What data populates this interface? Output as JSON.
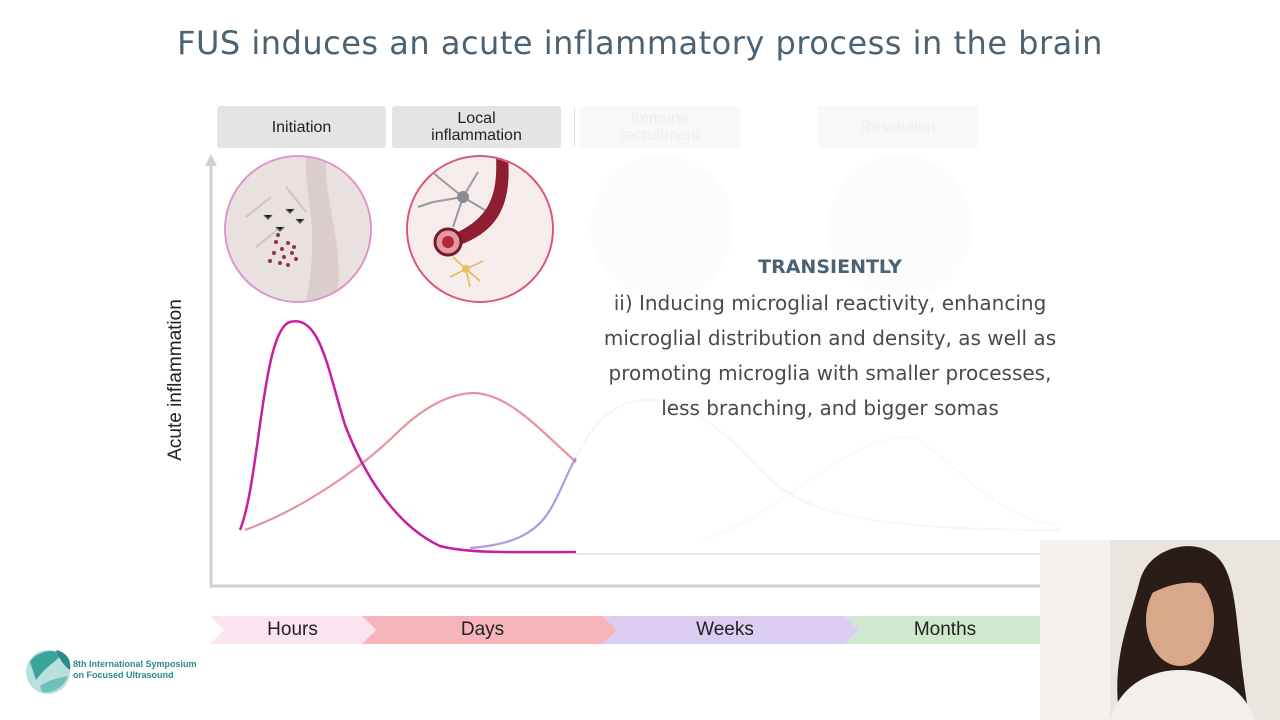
{
  "slide": {
    "title": "FUS induces an acute inflammatory process in the brain"
  },
  "phases": [
    {
      "label": "Initiation",
      "state": "active"
    },
    {
      "label": "Local inflammation",
      "state": "active"
    },
    {
      "label": "Immune recruitment",
      "state": "faded"
    },
    {
      "label": "Resolution",
      "state": "faded"
    }
  ],
  "y_axis": {
    "label": "Acute inflammation"
  },
  "overlay": {
    "heading": "TRANSIENTLY",
    "lines": [
      "ii) Inducing microglial reactivity, enhancing",
      "microglial distribution and density, as well as",
      "promoting microglia with smaller processes,",
      "less branching, and bigger somas"
    ]
  },
  "timeline": [
    {
      "label": "Hours",
      "color": "#fbe3f1"
    },
    {
      "label": "Days",
      "color": "#f6b4bb"
    },
    {
      "label": "Weeks",
      "color": "#dccdf2"
    },
    {
      "label": "Months",
      "color": "#cfe9cf"
    }
  ],
  "curves": {
    "hours_color": "#c81ea0",
    "days_color": "#d43a4e",
    "weeks_color": "#8d70d8",
    "months_color": "#86c98a"
  },
  "logo": {
    "line1": "8th International Symposium",
    "line2": "on Focused Ultrasound"
  }
}
